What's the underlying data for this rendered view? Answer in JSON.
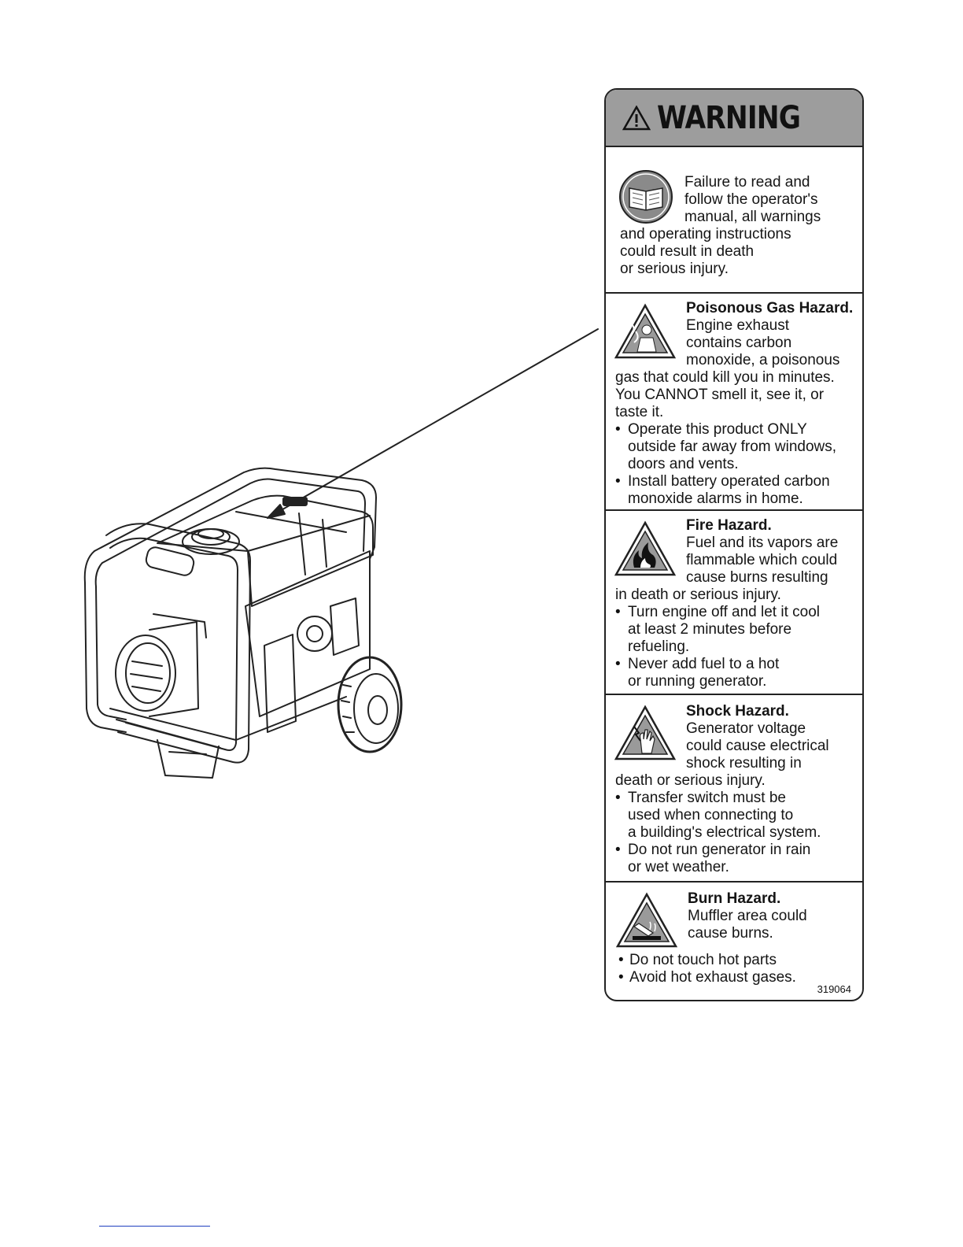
{
  "header": {
    "title": "WARNING"
  },
  "sections": [
    {
      "id": "manual",
      "lines": [
        "Failure to read and",
        "follow the operator's",
        "manual, all warnings",
        "and operating instructions",
        "could result in death",
        "or serious injury."
      ]
    },
    {
      "id": "gas",
      "title": "Poisonous Gas Hazard.",
      "lines": [
        "Engine exhaust",
        "contains carbon",
        "monoxide, a poisonous",
        "gas that could kill you in minutes.",
        "You CANNOT smell it, see it, or",
        "taste it."
      ],
      "bullets": [
        [
          "Operate this product ONLY",
          "outside far away from windows,",
          "doors and vents."
        ],
        [
          "Install battery operated carbon",
          "monoxide alarms in home."
        ]
      ]
    },
    {
      "id": "fire",
      "title": "Fire Hazard.",
      "lines": [
        "Fuel and its vapors are",
        "flammable which could",
        "cause burns resulting",
        "in death or serious injury."
      ],
      "bullets": [
        [
          "Turn engine off and let it cool",
          "at least 2 minutes before",
          "refueling."
        ],
        [
          "Never add fuel to a hot",
          "or running generator."
        ]
      ]
    },
    {
      "id": "shock",
      "title": "Shock Hazard.",
      "lines": [
        "Generator voltage",
        "could cause electrical",
        "shock resulting in",
        "death or serious injury."
      ],
      "bullets": [
        [
          "Transfer switch must be",
          "used when connecting to",
          "a building's electrical system."
        ],
        [
          "Do not run generator in rain",
          "or wet weather."
        ]
      ]
    },
    {
      "id": "burn",
      "title": "Burn Hazard.",
      "lines": [
        "Muffler area could",
        "cause burns."
      ],
      "bullets": [
        [
          "Do not touch hot parts"
        ],
        [
          "Avoid hot exhaust gases."
        ]
      ]
    }
  ],
  "label_code": "319064",
  "icons": {
    "header": "warning-triangle-icon",
    "manual": "book-manual-icon",
    "gas": "poisonous-gas-icon",
    "fire": "fire-flame-icon",
    "shock": "electric-shock-icon",
    "burn": "hot-surface-icon"
  },
  "colors": {
    "header_bg": "#9d9d9d",
    "icon_gray": "#8a8a8a",
    "line": "#222222"
  }
}
